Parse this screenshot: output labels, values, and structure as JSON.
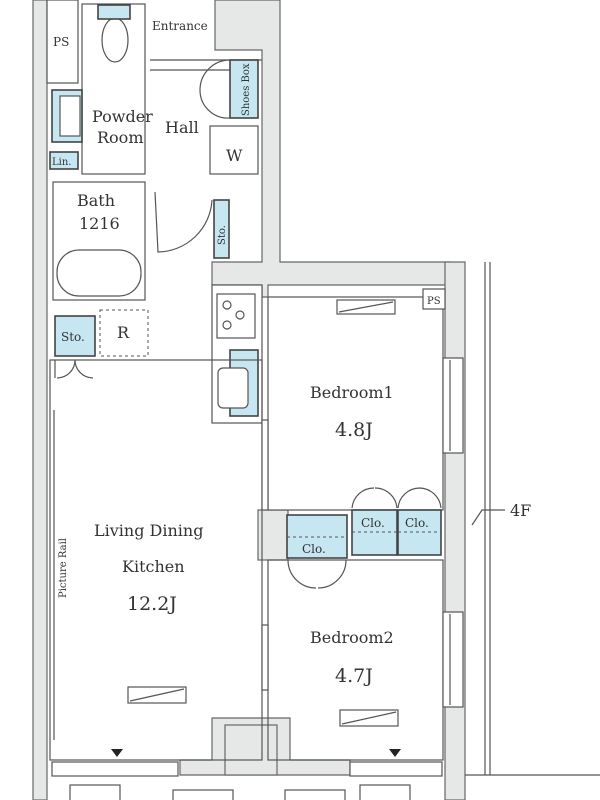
{
  "plan": {
    "floor": "4F",
    "rooms": {
      "ps_top": "PS",
      "entrance": "Entrance",
      "shoes_box": "Shoes Box",
      "powder_room_line1": "Powder",
      "powder_room_line2": "Room",
      "hall": "Hall",
      "washer": "W",
      "linen": "Lin.",
      "bath_line1": "Bath",
      "bath_line2": "1216",
      "storage_hall": "Sto.",
      "storage_ldk": "Sto.",
      "refrigerator": "R",
      "ps_right": "PS",
      "bedroom1_name": "Bedroom1",
      "bedroom1_size": "4.8J",
      "ldk_line1": "Living Dining",
      "ldk_line2": "Kitchen",
      "ldk_size": "12.2J",
      "picture_rail": "Picture Rail",
      "closet1": "Clo.",
      "closet2": "Clo.",
      "closet3": "Clo.",
      "bedroom2_name": "Bedroom2",
      "bedroom2_size": "4.7J"
    },
    "colors": {
      "storage": "#c6e6f1",
      "wall": "#e6e8e8"
    }
  }
}
